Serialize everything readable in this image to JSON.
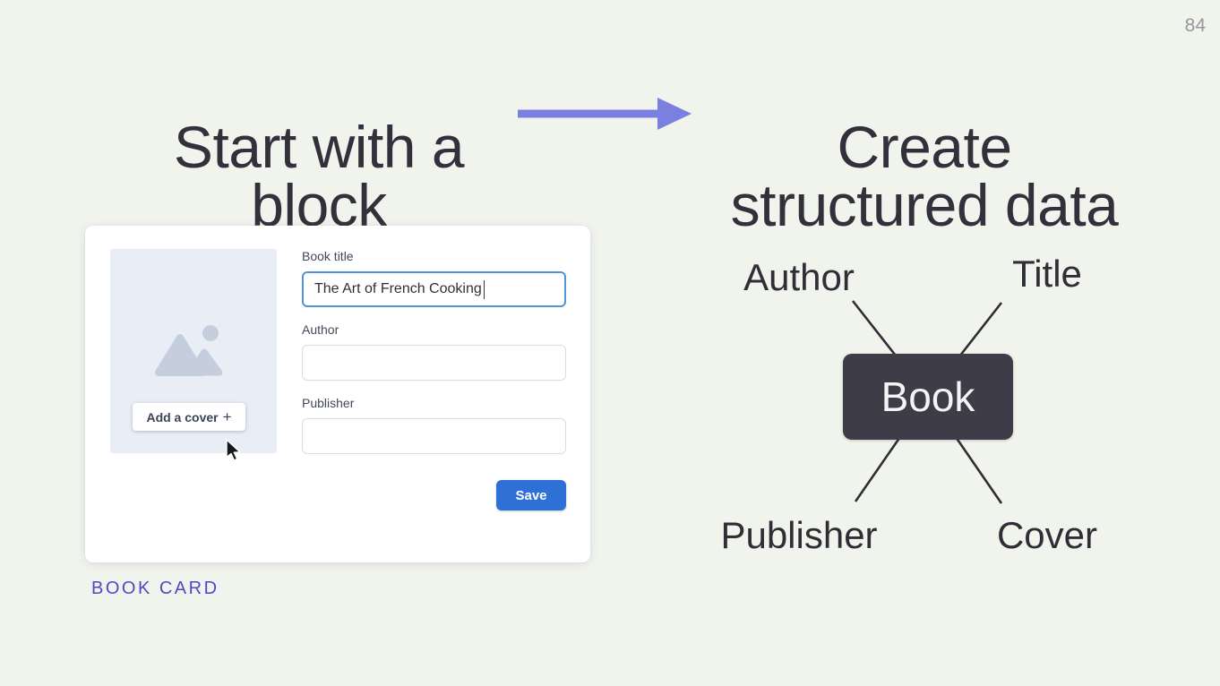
{
  "page": {
    "number": "84"
  },
  "headings": {
    "left": "Start with a block",
    "right": "Create structured data"
  },
  "book_card": {
    "caption": "BOOK CARD",
    "add_cover_label": "Add a cover",
    "add_cover_plus": "+",
    "save_label": "Save",
    "fields": [
      {
        "label": "Book title",
        "value": "The Art of French Cooking",
        "placeholder": ""
      },
      {
        "label": "Author",
        "value": "",
        "placeholder": ""
      },
      {
        "label": "Publisher",
        "value": "",
        "placeholder": ""
      }
    ]
  },
  "diagram": {
    "center": "Book",
    "nodes": [
      {
        "label": "Author",
        "position": "top-left"
      },
      {
        "label": "Title",
        "position": "top-right"
      },
      {
        "label": "Publisher",
        "position": "bottom-left"
      },
      {
        "label": "Cover",
        "position": "bottom-right"
      }
    ]
  },
  "colors": {
    "background": "#f1f3ed",
    "heading_text": "#32313b",
    "arrow_accent": "#7b80e0",
    "caption_accent": "#5446c5",
    "save_button": "#2e70d6",
    "focused_input_border": "#5295d6",
    "center_node_bg": "#3e3c47",
    "cover_placeholder_bg": "#e9edf6",
    "placeholder_icon": "#c5cedd"
  }
}
